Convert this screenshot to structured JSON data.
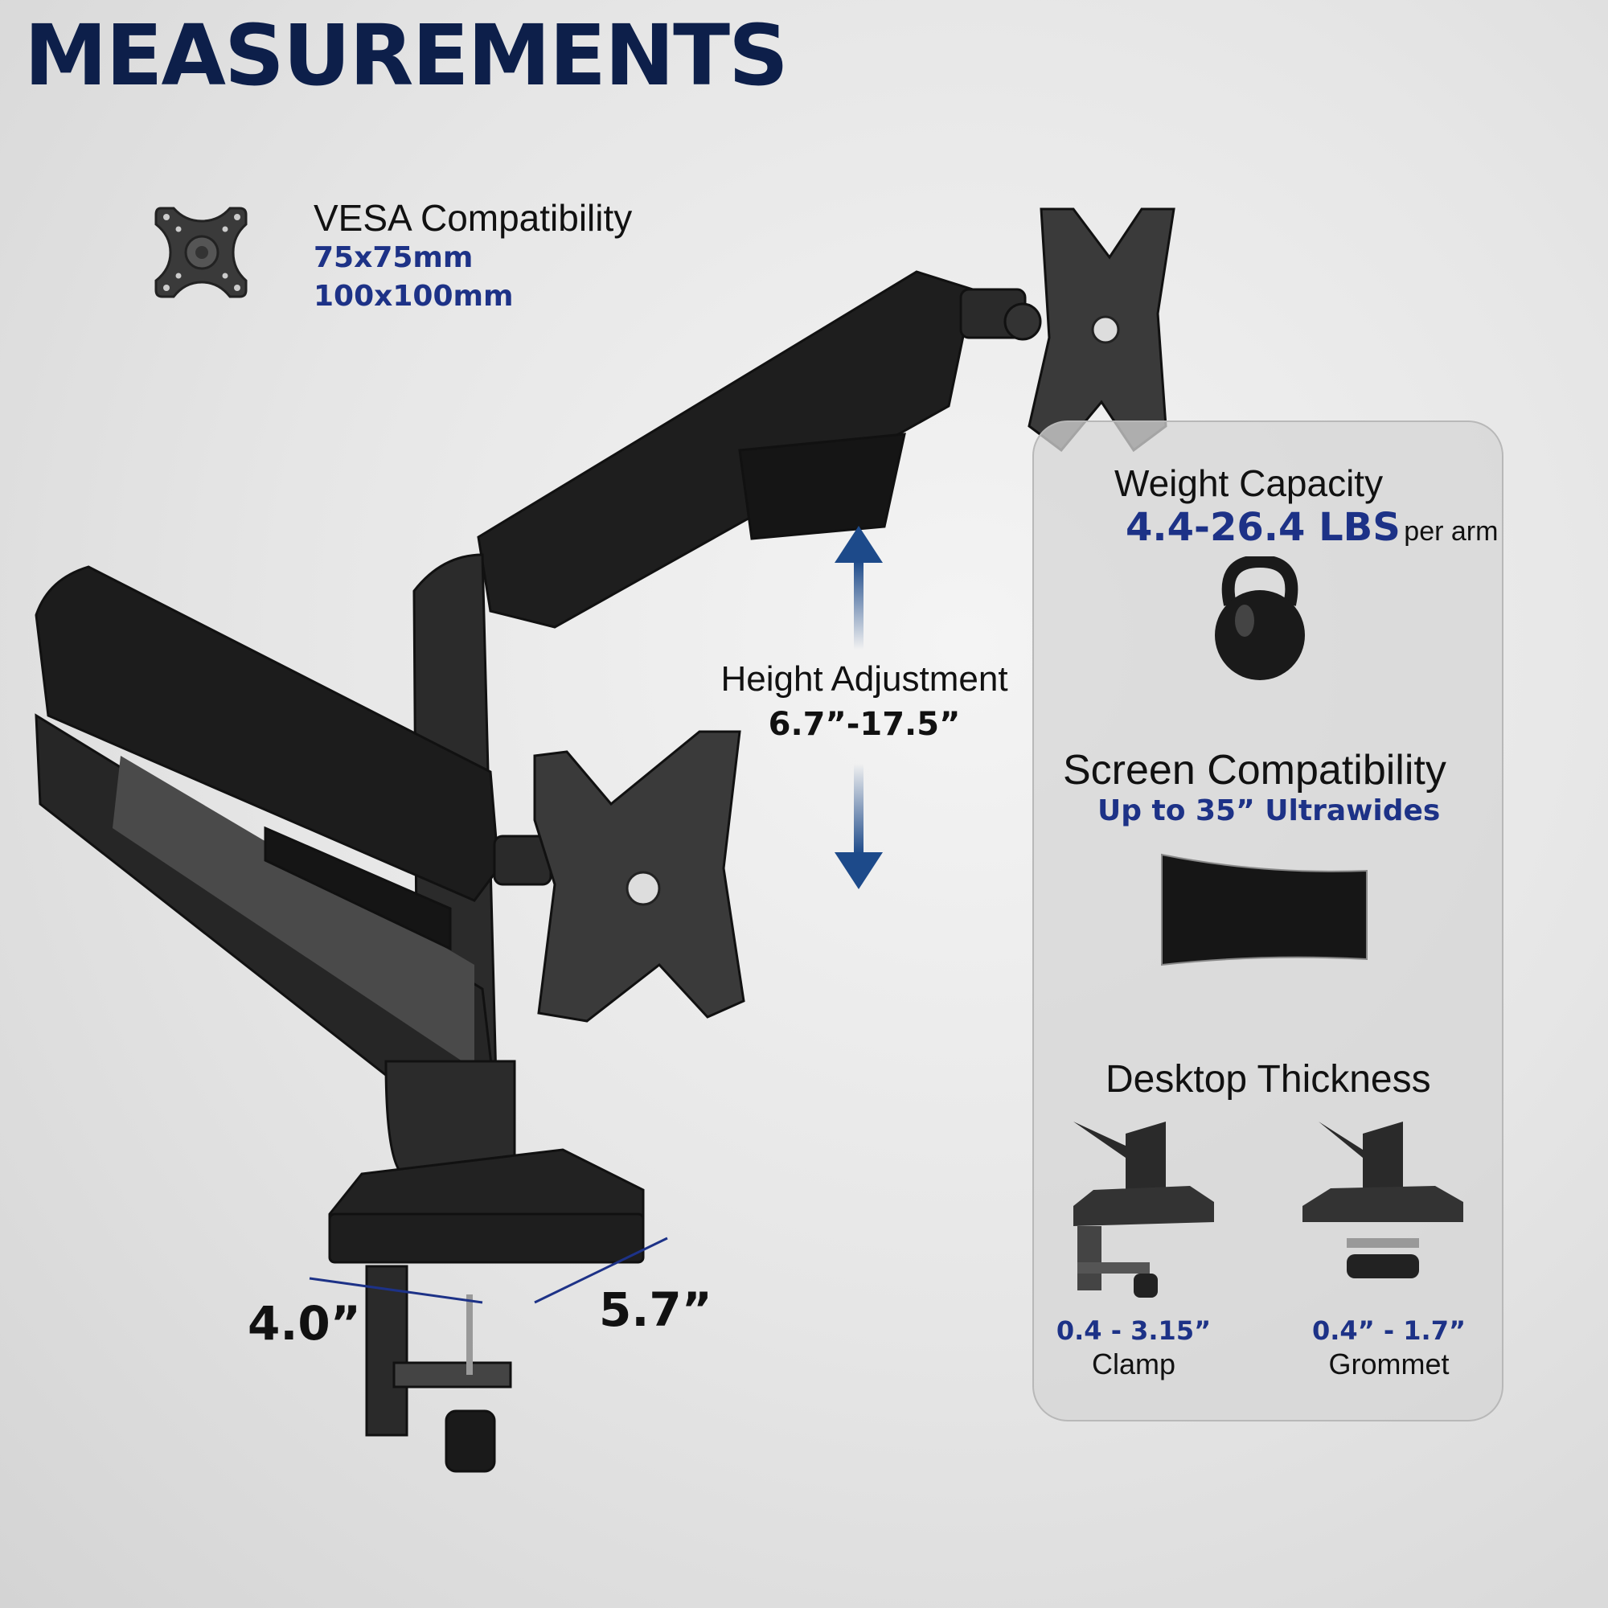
{
  "title": "MEASUREMENTS",
  "vesa": {
    "label": "VESA Compatibility",
    "sizes": [
      "75x75mm",
      "100x100mm"
    ],
    "icon": "vesa-plate-icon"
  },
  "height": {
    "label": "Height Adjustment",
    "value": "6.7”-17.5”",
    "icon": "vertical-double-arrow-icon"
  },
  "base": {
    "depth": "4.0”",
    "width": "5.7”"
  },
  "panel": {
    "weight": {
      "label": "Weight Capacity",
      "value": "4.4-26.4 LBS",
      "unit": "per arm",
      "icon": "kettlebell-icon"
    },
    "screen": {
      "label": "Screen Compatibility",
      "value": "Up to 35” Ultrawides",
      "icon": "ultrawide-monitor-icon"
    },
    "desktop": {
      "label": "Desktop Thickness",
      "clamp": {
        "range": "0.4 - 3.15”",
        "label": "Clamp"
      },
      "grommet": {
        "range": "0.4” - 1.7”",
        "label": "Grommet"
      }
    }
  },
  "colors": {
    "title": "#0d1f4a",
    "accent": "#1d3287",
    "arrow": "#1d4a8a"
  }
}
